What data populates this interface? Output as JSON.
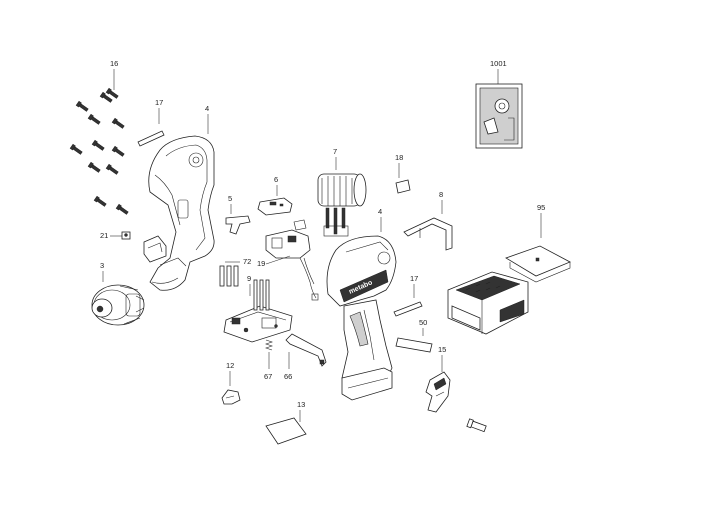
{
  "title": "",
  "brand_text": "metabo",
  "labels": [
    {
      "id": "16",
      "text": "16"
    },
    {
      "id": "17a",
      "text": "17"
    },
    {
      "id": "4a",
      "text": "4"
    },
    {
      "id": "21",
      "text": "21"
    },
    {
      "id": "3",
      "text": "3"
    },
    {
      "id": "5",
      "text": "5"
    },
    {
      "id": "6",
      "text": "6"
    },
    {
      "id": "72",
      "text": "72"
    },
    {
      "id": "9",
      "text": "9"
    },
    {
      "id": "19",
      "text": "19"
    },
    {
      "id": "7",
      "text": "7"
    },
    {
      "id": "18",
      "text": "18"
    },
    {
      "id": "4b",
      "text": "4"
    },
    {
      "id": "8",
      "text": "8"
    },
    {
      "id": "95",
      "text": "95"
    },
    {
      "id": "17b",
      "text": "17"
    },
    {
      "id": "50",
      "text": "50"
    },
    {
      "id": "12",
      "text": "12"
    },
    {
      "id": "67",
      "text": "67"
    },
    {
      "id": "66",
      "text": "66"
    },
    {
      "id": "13",
      "text": "13"
    },
    {
      "id": "15",
      "text": "15"
    },
    {
      "id": "1001",
      "text": "1001"
    }
  ]
}
